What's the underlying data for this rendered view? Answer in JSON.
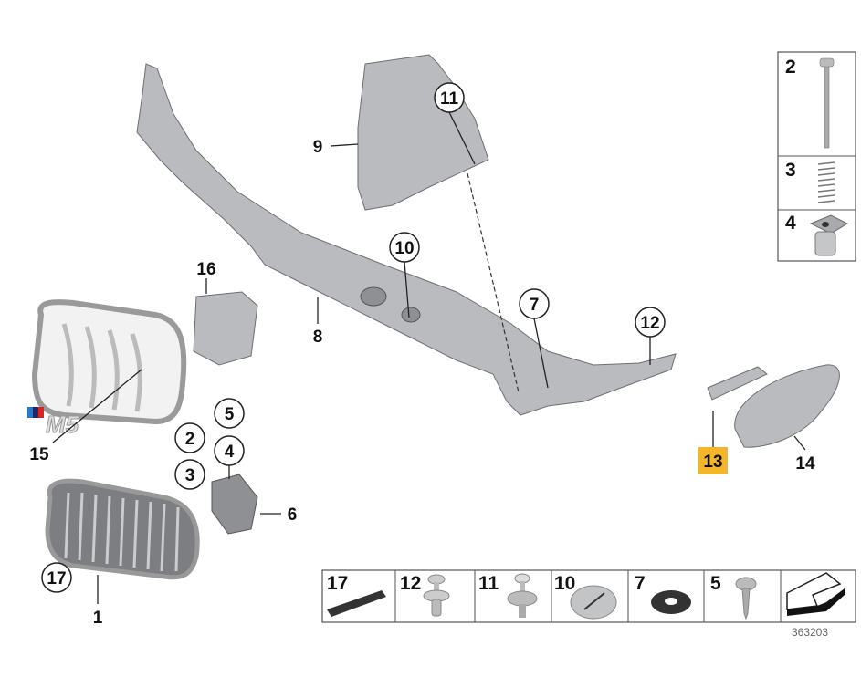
{
  "diagram_number": "363203",
  "callouts": {
    "c1": "1",
    "c2": "2",
    "c3": "3",
    "c4": "4",
    "c5": "5",
    "c6": "6",
    "c7": "7",
    "c8": "8",
    "c9": "9",
    "c10": "10",
    "c11": "11",
    "c12": "12",
    "c13": "13",
    "c14": "14",
    "c15": "15",
    "c16": "16",
    "c17": "17"
  },
  "highlighted_part": "13",
  "highlight_color": "#f5b52a",
  "side_box": [
    "2",
    "3",
    "4"
  ],
  "bottom_strip": [
    "17",
    "12",
    "11",
    "10",
    "7",
    "5"
  ],
  "logo_text": "M5"
}
